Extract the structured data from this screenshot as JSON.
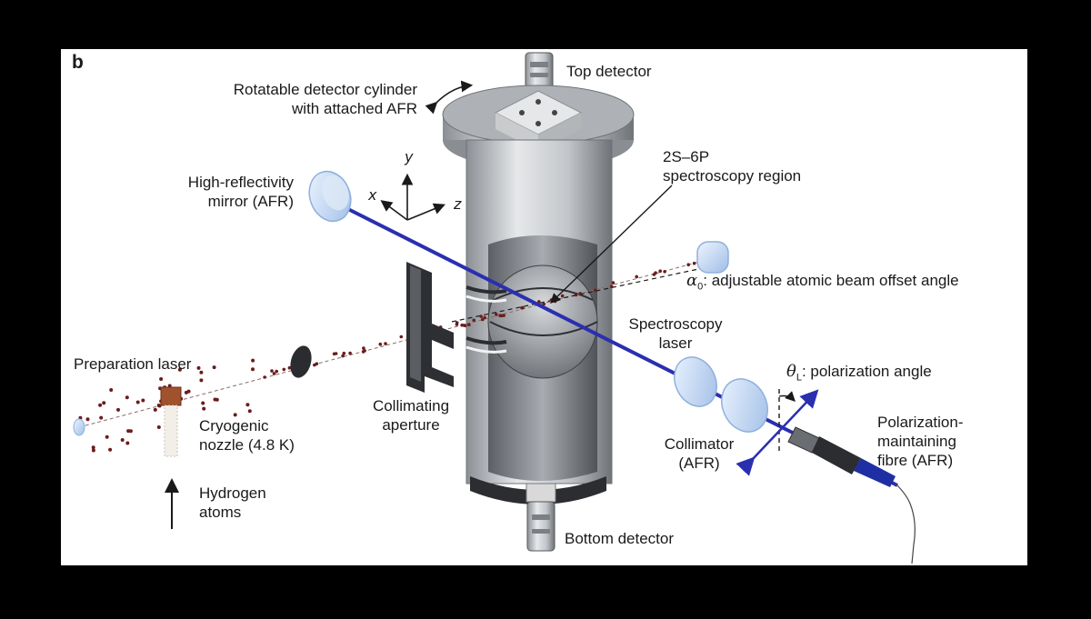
{
  "figure": {
    "panel_letter": "b",
    "labels": {
      "top_detector": "Top detector",
      "rotatable_line1": "Rotatable detector cylinder",
      "rotatable_line2": "with attached AFR",
      "spectroscopy_region_line1": "2S–6P",
      "spectroscopy_region_line2": "spectroscopy region",
      "mirror_line1": "High-reflectivity",
      "mirror_line2": "mirror (AFR)",
      "offset_angle_symbol": "α",
      "offset_angle_sub": "0",
      "offset_angle_text": ": adjustable atomic beam offset angle",
      "spectroscopy_laser_line1": "Spectroscopy",
      "spectroscopy_laser_line2": "laser",
      "polarization_symbol": "θ",
      "polarization_sub": "L",
      "polarization_text": ": polarization angle",
      "preparation_laser": "Preparation laser",
      "collimating_line1": "Collimating",
      "collimating_line2": "aperture",
      "nozzle_line1": "Cryogenic",
      "nozzle_line2": "nozzle (4.8 K)",
      "collimator_line1": "Collimator",
      "collimator_line2": "(AFR)",
      "fibre_line1": "Polarization-",
      "fibre_line2": "maintaining",
      "fibre_line3": "fibre (AFR)",
      "hydrogen_line1": "Hydrogen",
      "hydrogen_line2": "atoms",
      "bottom_detector": "Bottom detector"
    },
    "axes": {
      "x": "x",
      "y": "y",
      "z": "z"
    },
    "colors": {
      "laser_beam": "#2a2fb0",
      "atoms": "#6b1c1c",
      "metal": "#b9bdc2",
      "metal_dark": "#6e7378",
      "optics": "#c9dcf5",
      "nozzle": "#a0522d"
    }
  }
}
